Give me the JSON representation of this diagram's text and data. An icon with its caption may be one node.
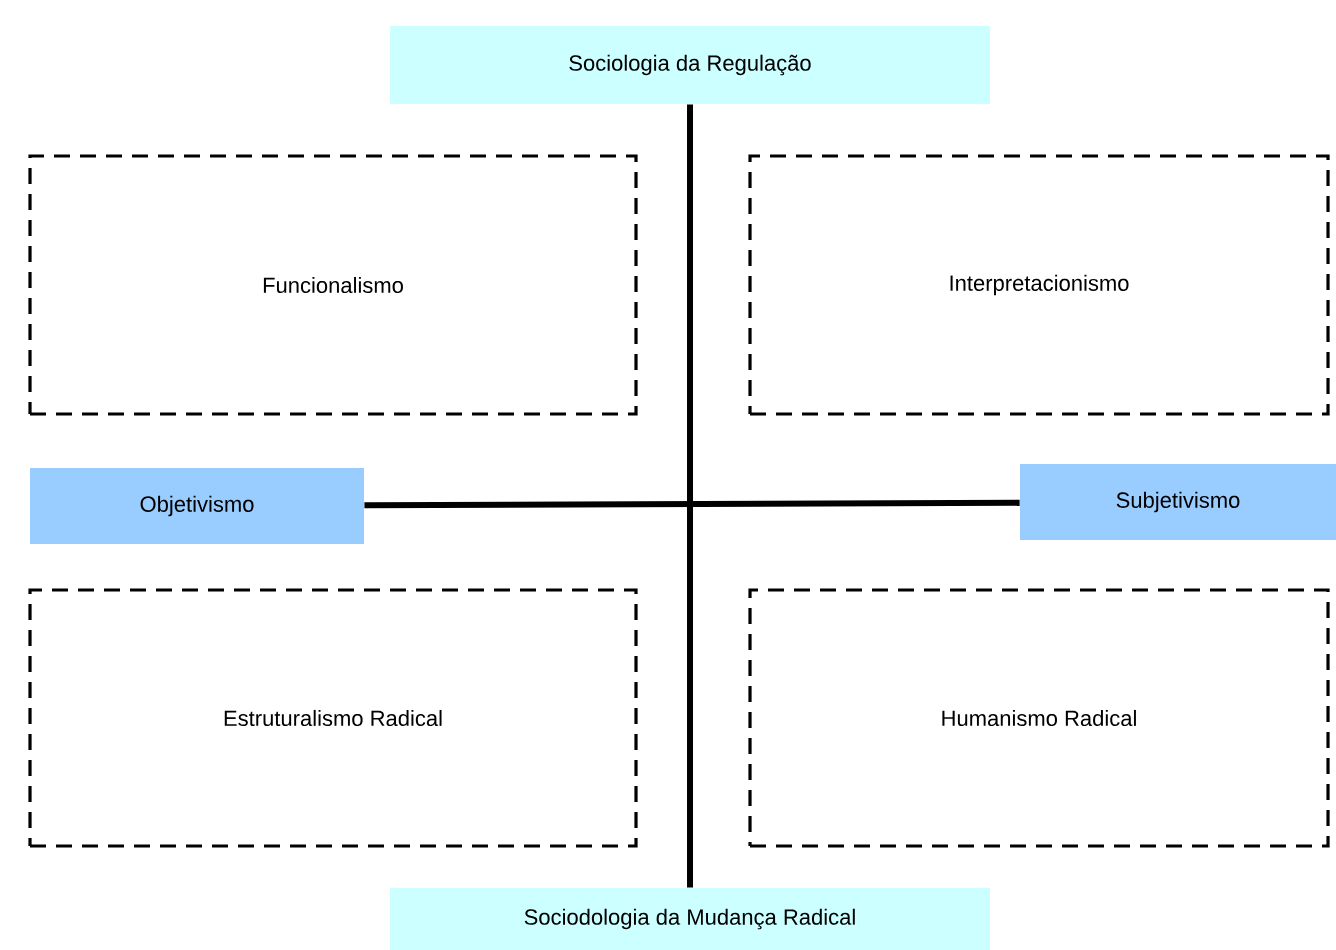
{
  "diagram": {
    "nodes": [
      {
        "text": [
          "Sociologia da Regulação"
        ]
      },
      {
        "text": [
          "Funcionalismo"
        ]
      },
      {
        "text": [
          "Interpretacionismo"
        ]
      },
      {
        "text": [
          "Objetivismo"
        ]
      },
      {
        "text": [
          "Subjetivismo"
        ]
      },
      {
        "text": [
          "Estruturalismo Radical"
        ]
      },
      {
        "text": [
          "Humanismo Radical"
        ]
      },
      {
        "text": [
          "Sociodologia da Mudança Radical"
        ]
      }
    ],
    "edges": [
      {
        "from": 0,
        "to": 7,
        "arrow": "none"
      },
      {
        "from": 3,
        "to": 4,
        "arrow": "none"
      }
    ]
  }
}
